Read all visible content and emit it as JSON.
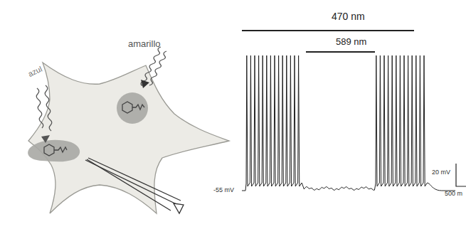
{
  "diagram": {
    "labels": [
      "470 nm",
      "589 nm",
      "azul",
      "amarillo",
      "20 mV",
      "500 m",
      "-55 mV"
    ]
  }
}
